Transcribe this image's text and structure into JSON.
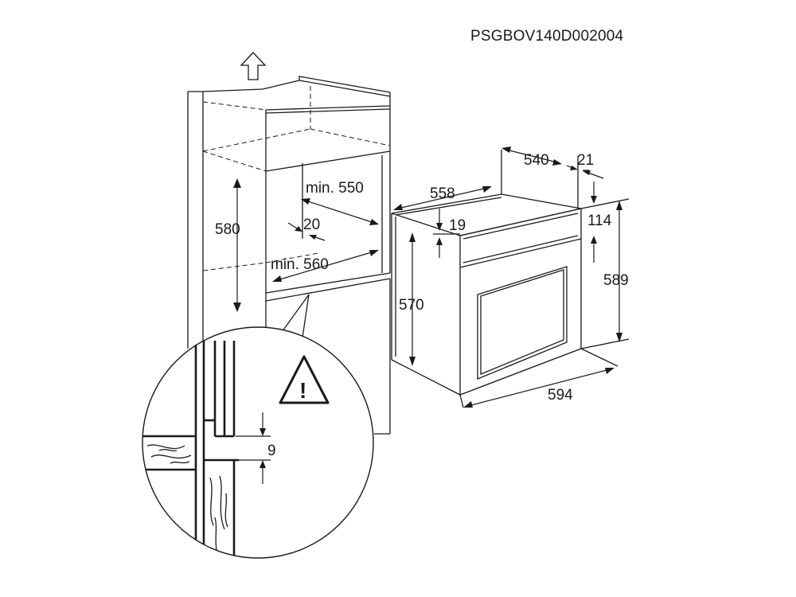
{
  "product_code": "PSGBOV140D002004",
  "cabinet": {
    "height_label": "580",
    "min_depth_label": "min. 550",
    "gap_label": "20",
    "min_width_label": "min. 560",
    "airflow_icon": "up-arrow-icon"
  },
  "detail": {
    "warning_icon": "warning-triangle-icon",
    "warning_glyph": "!",
    "gap_label": "9"
  },
  "oven": {
    "depth_label": "558",
    "body_depth_label": "540",
    "front_depth_label": "21",
    "panel_height_label": "114",
    "top_gap_label": "19",
    "height_label": "570",
    "overall_height_label": "589",
    "width_label": "594"
  }
}
